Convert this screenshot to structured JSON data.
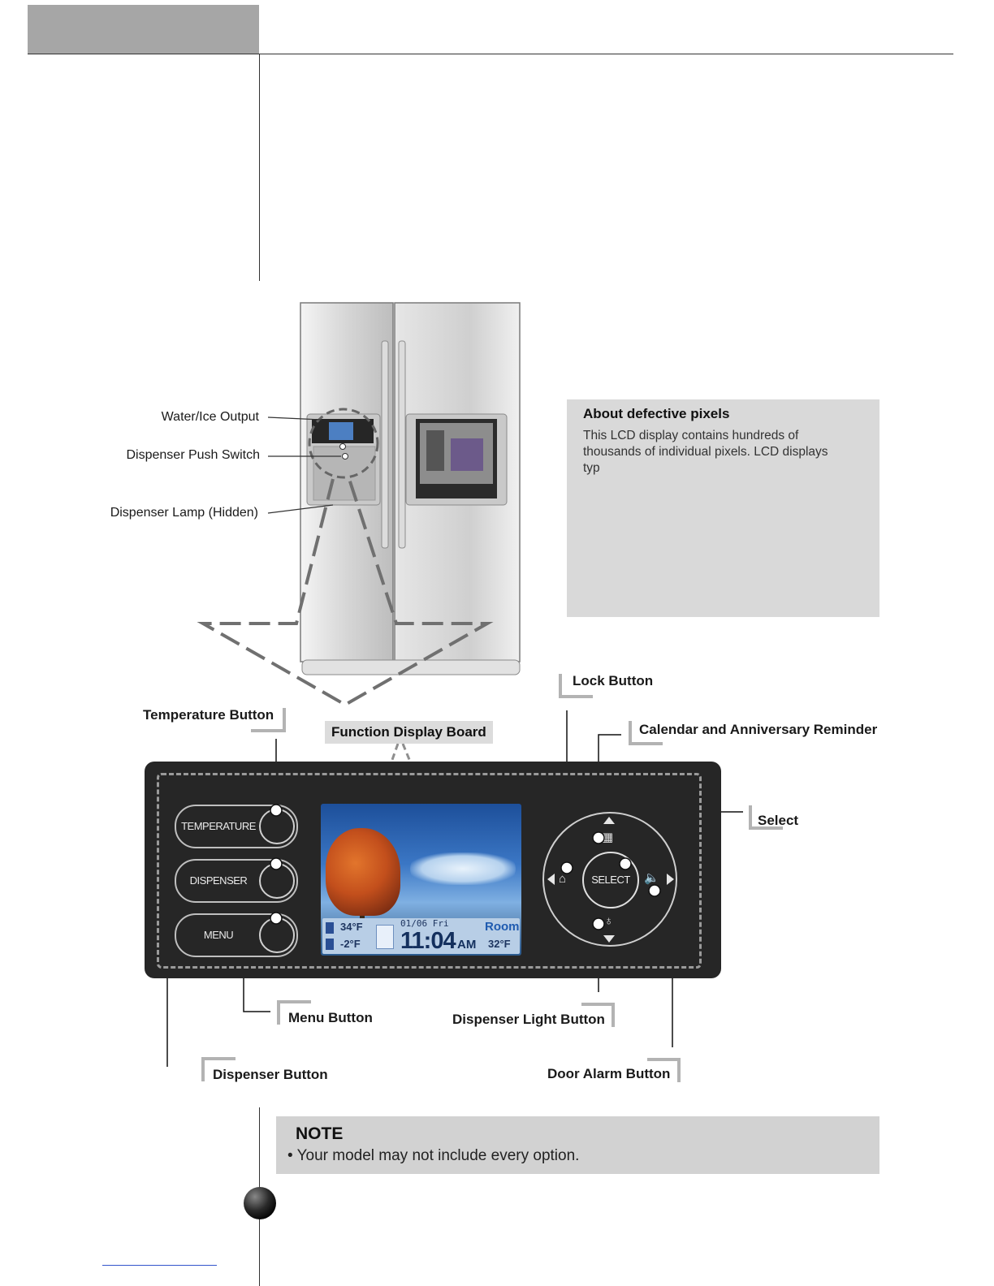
{
  "fridge_callouts": {
    "water_ice_output": "Water/Ice Output",
    "dispenser_push_switch": "Dispenser Push Switch",
    "dispenser_lamp": "Dispenser Lamp (Hidden)"
  },
  "pixel_note": {
    "title": "About defective pixels",
    "body": "This LCD display contains hundreds of thousands of individual pixels. LCD displays typ"
  },
  "function_display_board": "Function Display Board",
  "callouts": {
    "lock": "Lock Button",
    "calendar": "Calendar and Anniversary Reminder",
    "select": "Select",
    "temperature": "Temperature Button",
    "menu": "Menu Button",
    "dispenser_light": "Dispenser Light Button",
    "dispenser": "Dispenser Button",
    "door_alarm": "Door Alarm Button"
  },
  "panel": {
    "buttons": [
      "TEMPERATURE",
      "DISPENSER",
      "MENU"
    ],
    "select_label": "SELECT",
    "lcd": {
      "fridge_temp": "34°F",
      "freezer_temp": "-2°F",
      "date": "01/06 Fri",
      "time": "11:04",
      "ampm": "AM",
      "room_label": "Room",
      "room_temp": "32°F"
    }
  },
  "note": {
    "title": "NOTE",
    "text": "• Your model may not include every option."
  }
}
